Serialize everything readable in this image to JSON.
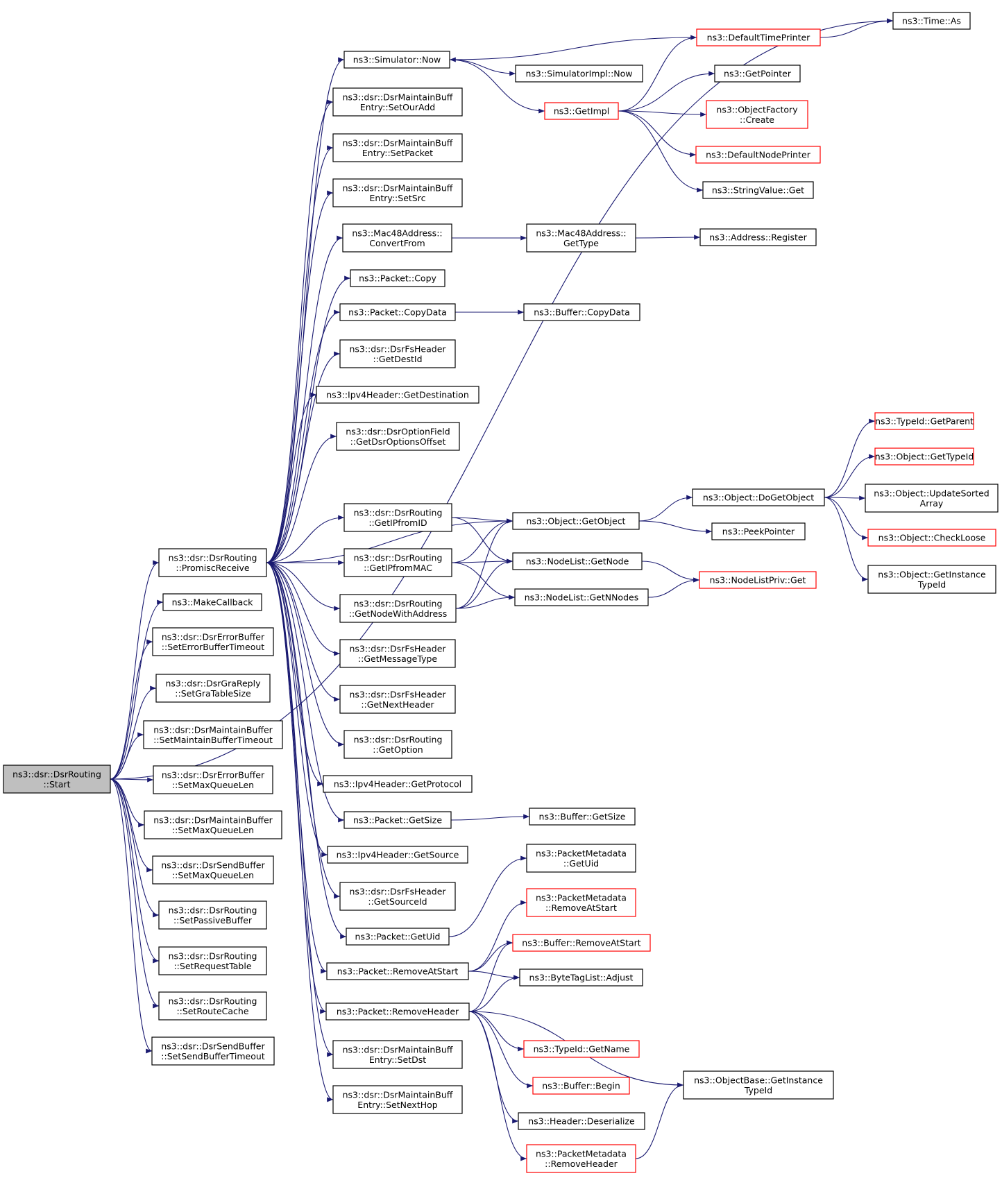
{
  "colors": {
    "edge": "#191970",
    "node_border": "#000000",
    "node_border_truncated": "#ff0000",
    "root_fill": "#bfbfbf",
    "node_fill": "#ffffff"
  },
  "nodes": [
    {
      "id": "start",
      "lines": [
        "ns3::dsr::DsrRouting",
        "::Start"
      ],
      "style": "root"
    },
    {
      "id": "promisc",
      "lines": [
        "ns3::dsr::DsrRouting",
        "::PromiscReceive"
      ]
    },
    {
      "id": "makecb",
      "lines": [
        "ns3::MakeCallback"
      ]
    },
    {
      "id": "seterrbuftimeout",
      "lines": [
        "ns3::dsr::DsrErrorBuffer",
        "::SetErrorBufferTimeout"
      ]
    },
    {
      "id": "setgratable",
      "lines": [
        "ns3::dsr::DsrGraReply",
        "::SetGraTableSize"
      ]
    },
    {
      "id": "setmaintbuftimeout",
      "lines": [
        "ns3::dsr::DsrMaintainBuffer",
        "::SetMaintainBufferTimeout"
      ]
    },
    {
      "id": "errmaxq",
      "lines": [
        "ns3::dsr::DsrErrorBuffer",
        "::SetMaxQueueLen"
      ]
    },
    {
      "id": "maintmaxq",
      "lines": [
        "ns3::dsr::DsrMaintainBuffer",
        "::SetMaxQueueLen"
      ]
    },
    {
      "id": "sendmaxq",
      "lines": [
        "ns3::dsr::DsrSendBuffer",
        "::SetMaxQueueLen"
      ]
    },
    {
      "id": "setpassive",
      "lines": [
        "ns3::dsr::DsrRouting",
        "::SetPassiveBuffer"
      ]
    },
    {
      "id": "setreqtable",
      "lines": [
        "ns3::dsr::DsrRouting",
        "::SetRequestTable"
      ]
    },
    {
      "id": "setroutecache",
      "lines": [
        "ns3::dsr::DsrRouting",
        "::SetRouteCache"
      ]
    },
    {
      "id": "setsendbuftimeout",
      "lines": [
        "ns3::dsr::DsrSendBuffer",
        "::SetSendBufferTimeout"
      ]
    },
    {
      "id": "simnow",
      "lines": [
        "ns3::Simulator::Now"
      ]
    },
    {
      "id": "setouradd",
      "lines": [
        "ns3::dsr::DsrMaintainBuff",
        "Entry::SetOurAdd"
      ]
    },
    {
      "id": "setpacket",
      "lines": [
        "ns3::dsr::DsrMaintainBuff",
        "Entry::SetPacket"
      ]
    },
    {
      "id": "setsrc",
      "lines": [
        "ns3::dsr::DsrMaintainBuff",
        "Entry::SetSrc"
      ]
    },
    {
      "id": "mac48conv",
      "lines": [
        "ns3::Mac48Address::",
        "ConvertFrom"
      ]
    },
    {
      "id": "pktcopy",
      "lines": [
        "ns3::Packet::Copy"
      ]
    },
    {
      "id": "pktcopydata",
      "lines": [
        "ns3::Packet::CopyData"
      ]
    },
    {
      "id": "fsgetdestid",
      "lines": [
        "ns3::dsr::DsrFsHeader",
        "::GetDestId"
      ]
    },
    {
      "id": "ipv4getdest",
      "lines": [
        "ns3::Ipv4Header::GetDestination"
      ]
    },
    {
      "id": "optfield",
      "lines": [
        "ns3::dsr::DsrOptionField",
        "::GetDsrOptionsOffset"
      ]
    },
    {
      "id": "getipfromid",
      "lines": [
        "ns3::dsr::DsrRouting",
        "::GetIPfromID"
      ]
    },
    {
      "id": "getipfrommac",
      "lines": [
        "ns3::dsr::DsrRouting",
        "::GetIPfromMAC"
      ]
    },
    {
      "id": "getnodewithaddr",
      "lines": [
        "ns3::dsr::DsrRouting",
        "::GetNodeWithAddress"
      ]
    },
    {
      "id": "fsgetmsgtype",
      "lines": [
        "ns3::dsr::DsrFsHeader",
        "::GetMessageType"
      ]
    },
    {
      "id": "fsgetnexthdr",
      "lines": [
        "ns3::dsr::DsrFsHeader",
        "::GetNextHeader"
      ]
    },
    {
      "id": "routinggetoption",
      "lines": [
        "ns3::dsr::DsrRouting",
        "::GetOption"
      ]
    },
    {
      "id": "ipv4getproto",
      "lines": [
        "ns3::Ipv4Header::GetProtocol"
      ]
    },
    {
      "id": "pktgetsize",
      "lines": [
        "ns3::Packet::GetSize"
      ]
    },
    {
      "id": "ipv4getsrc",
      "lines": [
        "ns3::Ipv4Header::GetSource"
      ]
    },
    {
      "id": "fsgetsrcid",
      "lines": [
        "ns3::dsr::DsrFsHeader",
        "::GetSourceId"
      ]
    },
    {
      "id": "pktgetuid",
      "lines": [
        "ns3::Packet::GetUid"
      ]
    },
    {
      "id": "pktremoveatstart",
      "lines": [
        "ns3::Packet::RemoveAtStart"
      ]
    },
    {
      "id": "pktremovehdr",
      "lines": [
        "ns3::Packet::RemoveHeader"
      ]
    },
    {
      "id": "setdst",
      "lines": [
        "ns3::dsr::DsrMaintainBuff",
        "Entry::SetDst"
      ]
    },
    {
      "id": "setnexthop",
      "lines": [
        "ns3::dsr::DsrMaintainBuff",
        "Entry::SetNextHop"
      ]
    },
    {
      "id": "timeas",
      "lines": [
        "ns3::Time::As"
      ]
    },
    {
      "id": "deftimeprinter",
      "lines": [
        "ns3::DefaultTimePrinter"
      ],
      "style": "truncated"
    },
    {
      "id": "simimplnow",
      "lines": [
        "ns3::SimulatorImpl::Now"
      ]
    },
    {
      "id": "getimpl",
      "lines": [
        "ns3::GetImpl"
      ],
      "style": "truncated"
    },
    {
      "id": "getpointer",
      "lines": [
        "ns3::GetPointer"
      ]
    },
    {
      "id": "objfactcreate",
      "lines": [
        "ns3::ObjectFactory",
        "::Create"
      ],
      "style": "truncated"
    },
    {
      "id": "defnodeprinter",
      "lines": [
        "ns3::DefaultNodePrinter"
      ],
      "style": "truncated"
    },
    {
      "id": "strvalget",
      "lines": [
        "ns3::StringValue::Get"
      ]
    },
    {
      "id": "mac48gettype",
      "lines": [
        "ns3::Mac48Address::",
        "GetType"
      ]
    },
    {
      "id": "addrregister",
      "lines": [
        "ns3::Address::Register"
      ]
    },
    {
      "id": "bufcopydata",
      "lines": [
        "ns3::Buffer::CopyData"
      ]
    },
    {
      "id": "objgetobject",
      "lines": [
        "ns3::Object::GetObject"
      ]
    },
    {
      "id": "nodelistgetnode",
      "lines": [
        "ns3::NodeList::GetNode"
      ]
    },
    {
      "id": "nodelistgetnnodes",
      "lines": [
        "ns3::NodeList::GetNNodes"
      ]
    },
    {
      "id": "bufgetsize",
      "lines": [
        "ns3::Buffer::GetSize"
      ]
    },
    {
      "id": "pmgetuid",
      "lines": [
        "ns3::PacketMetadata",
        "::GetUid"
      ]
    },
    {
      "id": "pmremoveatstart",
      "lines": [
        "ns3::PacketMetadata",
        "::RemoveAtStart"
      ],
      "style": "truncated"
    },
    {
      "id": "bufremoveatstart",
      "lines": [
        "ns3::Buffer::RemoveAtStart"
      ],
      "style": "truncated"
    },
    {
      "id": "btladjust",
      "lines": [
        "ns3::ByteTagList::Adjust"
      ]
    },
    {
      "id": "typeidgetname",
      "lines": [
        "ns3::TypeId::GetName"
      ],
      "style": "truncated"
    },
    {
      "id": "bufbegin",
      "lines": [
        "ns3::Buffer::Begin"
      ],
      "style": "truncated"
    },
    {
      "id": "hdrdeserialize",
      "lines": [
        "ns3::Header::Deserialize"
      ]
    },
    {
      "id": "pmremovehdr",
      "lines": [
        "ns3::PacketMetadata",
        "::RemoveHeader"
      ],
      "style": "truncated"
    },
    {
      "id": "objbasegetinst",
      "lines": [
        "ns3::ObjectBase::GetInstance",
        "TypeId"
      ]
    },
    {
      "id": "objdogetobject",
      "lines": [
        "ns3::Object::DoGetObject"
      ]
    },
    {
      "id": "peekpointer",
      "lines": [
        "ns3::PeekPointer"
      ]
    },
    {
      "id": "nodelistprivget",
      "lines": [
        "ns3::NodeListPriv::Get"
      ],
      "style": "truncated"
    },
    {
      "id": "typeidgetparent",
      "lines": [
        "ns3::TypeId::GetParent"
      ],
      "style": "truncated"
    },
    {
      "id": "objgettypeid",
      "lines": [
        "ns3::Object::GetTypeId"
      ],
      "style": "truncated"
    },
    {
      "id": "objupdatesorted",
      "lines": [
        "ns3::Object::UpdateSorted",
        "Array"
      ]
    },
    {
      "id": "objcheckloose",
      "lines": [
        "ns3::Object::CheckLoose"
      ],
      "style": "truncated"
    },
    {
      "id": "objgetinsttypeid",
      "lines": [
        "ns3::Object::GetInstance",
        "TypeId"
      ]
    }
  ],
  "edges": [
    [
      "start",
      "promisc"
    ],
    [
      "start",
      "makecb"
    ],
    [
      "start",
      "seterrbuftimeout"
    ],
    [
      "start",
      "setgratable"
    ],
    [
      "start",
      "setmaintbuftimeout"
    ],
    [
      "start",
      "errmaxq"
    ],
    [
      "start",
      "maintmaxq"
    ],
    [
      "start",
      "sendmaxq"
    ],
    [
      "start",
      "setpassive"
    ],
    [
      "start",
      "setreqtable"
    ],
    [
      "start",
      "setroutecache"
    ],
    [
      "start",
      "setsendbuftimeout"
    ],
    [
      "start",
      "timeas"
    ],
    [
      "promisc",
      "simnow"
    ],
    [
      "promisc",
      "setouradd"
    ],
    [
      "promisc",
      "setpacket"
    ],
    [
      "promisc",
      "setsrc"
    ],
    [
      "promisc",
      "mac48conv"
    ],
    [
      "promisc",
      "pktcopy"
    ],
    [
      "promisc",
      "pktcopydata"
    ],
    [
      "promisc",
      "fsgetdestid"
    ],
    [
      "promisc",
      "ipv4getdest"
    ],
    [
      "promisc",
      "optfield"
    ],
    [
      "promisc",
      "objgetobject"
    ],
    [
      "promisc",
      "getipfromid"
    ],
    [
      "promisc",
      "getipfrommac"
    ],
    [
      "promisc",
      "getnodewithaddr"
    ],
    [
      "promisc",
      "fsgetmsgtype"
    ],
    [
      "promisc",
      "fsgetnexthdr"
    ],
    [
      "promisc",
      "routinggetoption"
    ],
    [
      "promisc",
      "ipv4getproto"
    ],
    [
      "promisc",
      "pktgetsize"
    ],
    [
      "promisc",
      "ipv4getsrc"
    ],
    [
      "promisc",
      "fsgetsrcid"
    ],
    [
      "promisc",
      "pktgetuid"
    ],
    [
      "promisc",
      "pktremoveatstart"
    ],
    [
      "promisc",
      "pktremovehdr"
    ],
    [
      "promisc",
      "setdst"
    ],
    [
      "promisc",
      "setnexthop"
    ],
    [
      "simnow",
      "simimplnow"
    ],
    [
      "simnow",
      "getimpl"
    ],
    [
      "deftimeprinter",
      "timeas"
    ],
    [
      "deftimeprinter",
      "simnow"
    ],
    [
      "getimpl",
      "deftimeprinter"
    ],
    [
      "getimpl",
      "getpointer"
    ],
    [
      "getimpl",
      "objfactcreate"
    ],
    [
      "getimpl",
      "defnodeprinter"
    ],
    [
      "getimpl",
      "strvalget"
    ],
    [
      "mac48conv",
      "mac48gettype"
    ],
    [
      "mac48gettype",
      "addrregister"
    ],
    [
      "pktcopydata",
      "bufcopydata"
    ],
    [
      "getipfromid",
      "objgetobject"
    ],
    [
      "getipfromid",
      "nodelistgetnode"
    ],
    [
      "getipfrommac",
      "objgetobject"
    ],
    [
      "getipfrommac",
      "nodelistgetnode"
    ],
    [
      "getipfrommac",
      "nodelistgetnnodes"
    ],
    [
      "getnodewithaddr",
      "objgetobject"
    ],
    [
      "getnodewithaddr",
      "nodelistgetnode"
    ],
    [
      "getnodewithaddr",
      "nodelistgetnnodes"
    ],
    [
      "objgetobject",
      "objdogetobject"
    ],
    [
      "objgetobject",
      "peekpointer"
    ],
    [
      "nodelistgetnode",
      "nodelistprivget"
    ],
    [
      "nodelistgetnnodes",
      "nodelistprivget"
    ],
    [
      "objdogetobject",
      "typeidgetparent"
    ],
    [
      "objdogetobject",
      "objgettypeid"
    ],
    [
      "objdogetobject",
      "objupdatesorted"
    ],
    [
      "objdogetobject",
      "objcheckloose"
    ],
    [
      "objdogetobject",
      "objgetinsttypeid"
    ],
    [
      "pktgetsize",
      "bufgetsize"
    ],
    [
      "pktgetuid",
      "pmgetuid"
    ],
    [
      "pktremoveatstart",
      "pmremoveatstart"
    ],
    [
      "pktremoveatstart",
      "bufremoveatstart"
    ],
    [
      "pktremoveatstart",
      "btladjust"
    ],
    [
      "pktremovehdr",
      "bufremoveatstart"
    ],
    [
      "pktremovehdr",
      "btladjust"
    ],
    [
      "pktremovehdr",
      "objbasegetinst"
    ],
    [
      "pktremovehdr",
      "typeidgetname"
    ],
    [
      "pktremovehdr",
      "bufbegin"
    ],
    [
      "pktremovehdr",
      "hdrdeserialize"
    ],
    [
      "pktremovehdr",
      "pmremovehdr"
    ],
    [
      "pmremovehdr",
      "objbasegetinst"
    ]
  ]
}
